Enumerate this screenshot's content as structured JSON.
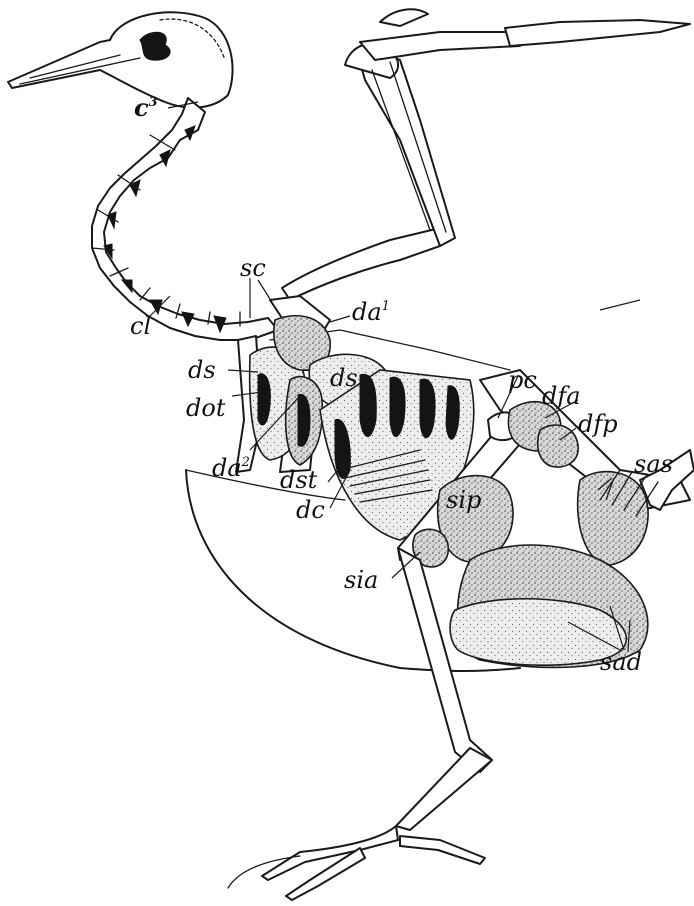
{
  "labels": {
    "c3": "c",
    "c3_sup": "3",
    "sc": "sc",
    "cl": "cl",
    "da1": "da",
    "da1_sup": "1",
    "ds_left": "ds",
    "ds_center": "ds",
    "dot": "dot",
    "da2": "da",
    "da2_sup": "2",
    "pc": "pc",
    "dfa": "dfa",
    "dfp": "dfp",
    "sas": "sas",
    "dst": "dst",
    "dc": "dc",
    "sip": "sip",
    "sia": "sia",
    "sad": "sad"
  },
  "colors": {
    "ink": "#1a1a1a",
    "paper": "#ffffff",
    "stipple": "#6a6a6a"
  }
}
